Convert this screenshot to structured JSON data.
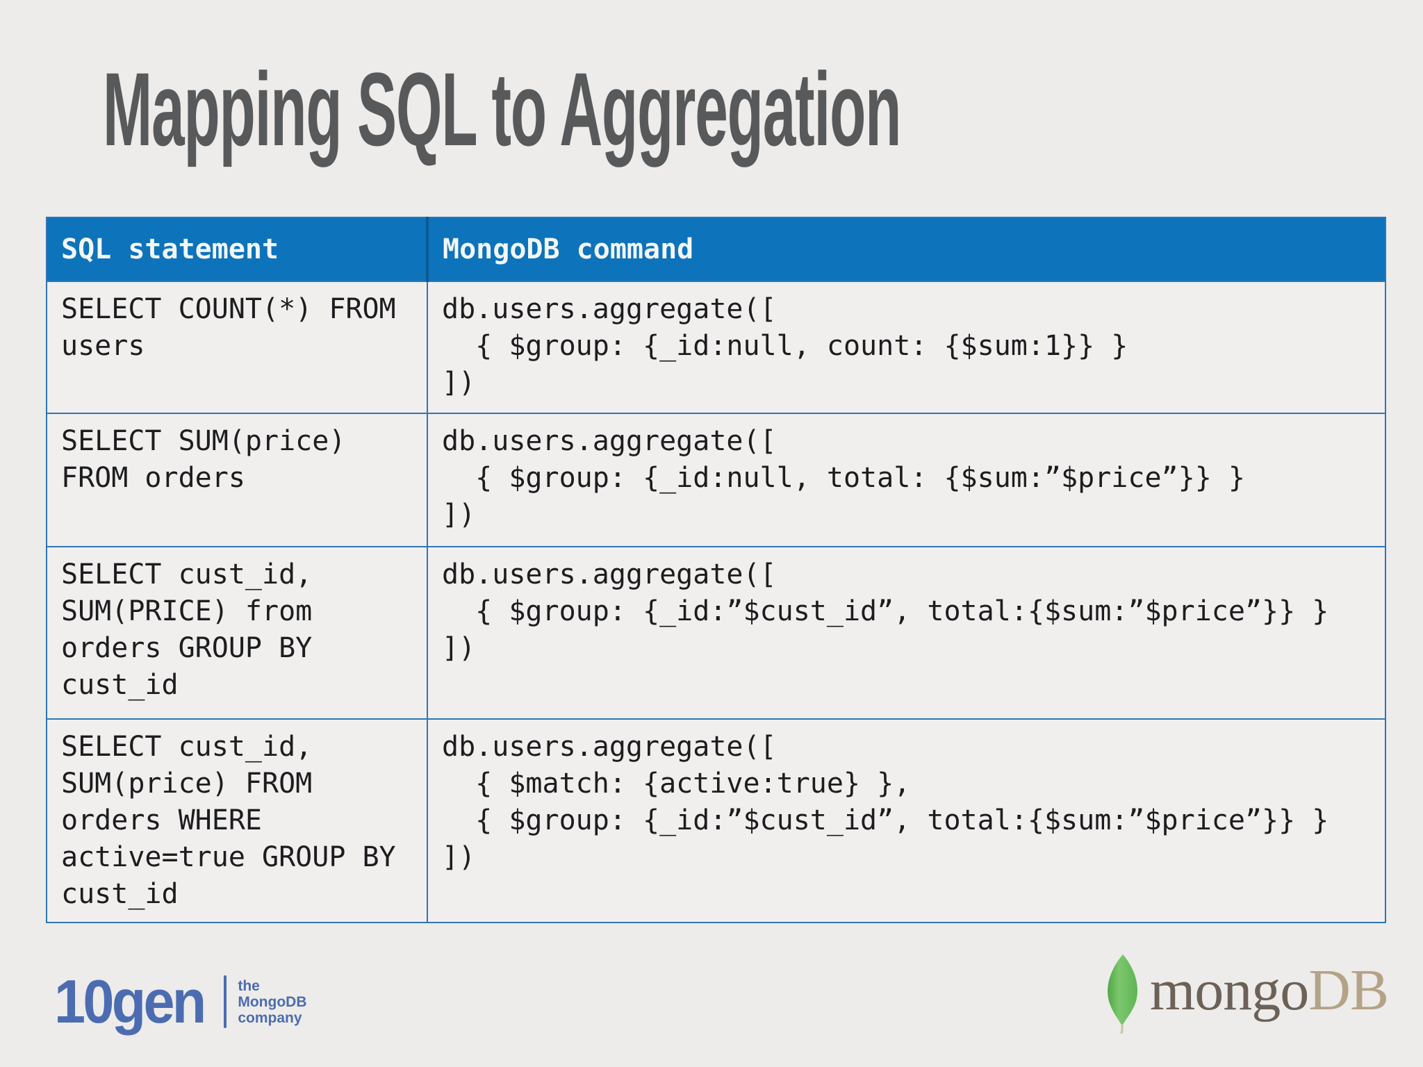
{
  "slide": {
    "title": "Mapping SQL to Aggregation"
  },
  "table": {
    "headers": [
      "SQL statement",
      "MongoDB command"
    ],
    "rows": [
      {
        "sql": "SELECT COUNT(*) FROM\nusers",
        "mongo": "db.users.aggregate([\n  { $group: {_id:null, count: {$sum:1}} }\n])"
      },
      {
        "sql": "SELECT SUM(price)\nFROM orders",
        "mongo": "db.users.aggregate([\n  { $group: {_id:null, total: {$sum:”$price”}} }\n])"
      },
      {
        "sql": "SELECT cust_id,\nSUM(PRICE) from\norders GROUP BY\ncust_id",
        "mongo": "db.users.aggregate([\n  { $group: {_id:”$cust_id”, total:{$sum:”$price”}} }\n])"
      },
      {
        "sql": "SELECT cust_id,\nSUM(price) FROM\norders WHERE\nactive=true GROUP BY\ncust_id",
        "mongo": "db.users.aggregate([\n  { $match: {active:true} },\n  { $group: {_id:”$cust_id”, total:{$sum:”$price”}} }\n])"
      }
    ]
  },
  "footer": {
    "tengen": {
      "wordmark": "10gen",
      "tagline_lines": [
        "the",
        "MongoDB",
        "company"
      ]
    },
    "mongodb": {
      "word_mongo": "mongo",
      "word_db": "DB",
      "leaf_icon": "mongodb-leaf-icon"
    }
  },
  "colors": {
    "pageBg": "#edecea",
    "titleColor": "#58595b",
    "headerBg": "#0d73ba",
    "headerText": "#f3f7fb",
    "headerDivider": "#0a5b95",
    "tableBorder": "#2e75b6",
    "cellBg": "#f0efee",
    "codeText": "#1d1d1f",
    "tengenBlue": "#4c6cb2",
    "mongoDark": "#6c6158",
    "mongoTan": "#b4a386",
    "leafDark": "#4fa845",
    "leafLight": "#7cc66d",
    "leafMid": "#5fb554",
    "stem": "#cdc3a4"
  }
}
